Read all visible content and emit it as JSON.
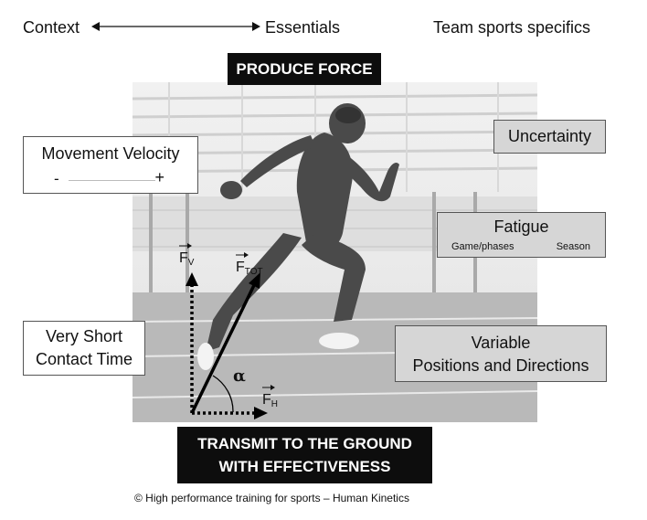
{
  "header": {
    "context": "Context",
    "essentials": "Essentials",
    "team_specifics": "Team sports specifics"
  },
  "labels": {
    "produce_force": "PRODUCE FORCE",
    "transmit_line1": "TRANSMIT TO THE GROUND",
    "transmit_line2": "WITH EFFECTIVENESS"
  },
  "boxes": {
    "movement_velocity": {
      "title": "Movement Velocity",
      "min": "-",
      "max": "+"
    },
    "uncertainty": "Uncertainty",
    "fatigue": {
      "title": "Fatigue",
      "sub1": "Game/phases",
      "sub2": "Season"
    },
    "short_contact_line1": "Very Short",
    "short_contact_line2": "Contact Time",
    "variable_line1": "Variable",
    "variable_line2": "Positions and Directions"
  },
  "vectors": {
    "fv_main": "F",
    "fv_sub": "V",
    "ftot_main": "F",
    "ftot_sub": "TOT",
    "fh_main": "F",
    "fh_sub": "H",
    "angle": "α"
  },
  "footer": {
    "copyright": "© High performance training for sports – Human Kinetics"
  },
  "colors": {
    "black_label": "#0d0d0d",
    "grey_box": "#d6d6d6"
  }
}
